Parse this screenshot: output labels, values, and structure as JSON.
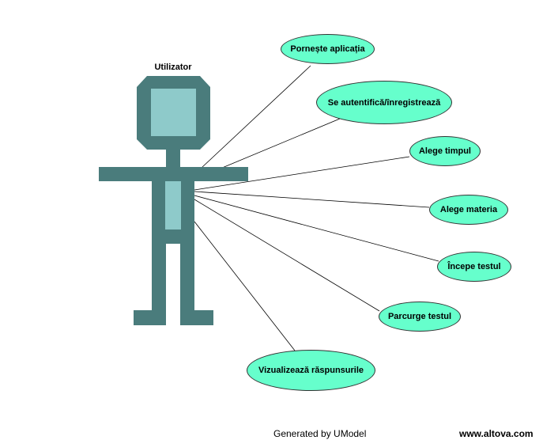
{
  "actor": {
    "name": "Utilizator"
  },
  "use_cases": [
    {
      "id": "uc1",
      "label": "Pornește aplicația"
    },
    {
      "id": "uc2",
      "label": "Se autentifică/înregistrează"
    },
    {
      "id": "uc3",
      "label": "Alege timpul"
    },
    {
      "id": "uc4",
      "label": "Alege materia"
    },
    {
      "id": "uc5",
      "label": "Începe testul"
    },
    {
      "id": "uc6",
      "label": "Parcurge testul"
    },
    {
      "id": "uc7",
      "label": "Vizualizează răspunsurile"
    }
  ],
  "footer": {
    "generated": "Generated by UModel",
    "site": "www.altova.com"
  },
  "colors": {
    "actor_dark": "#4a7c7c",
    "actor_light": "#8ecaca",
    "use_case_fill": "#66ffcc",
    "line": "#000000"
  }
}
